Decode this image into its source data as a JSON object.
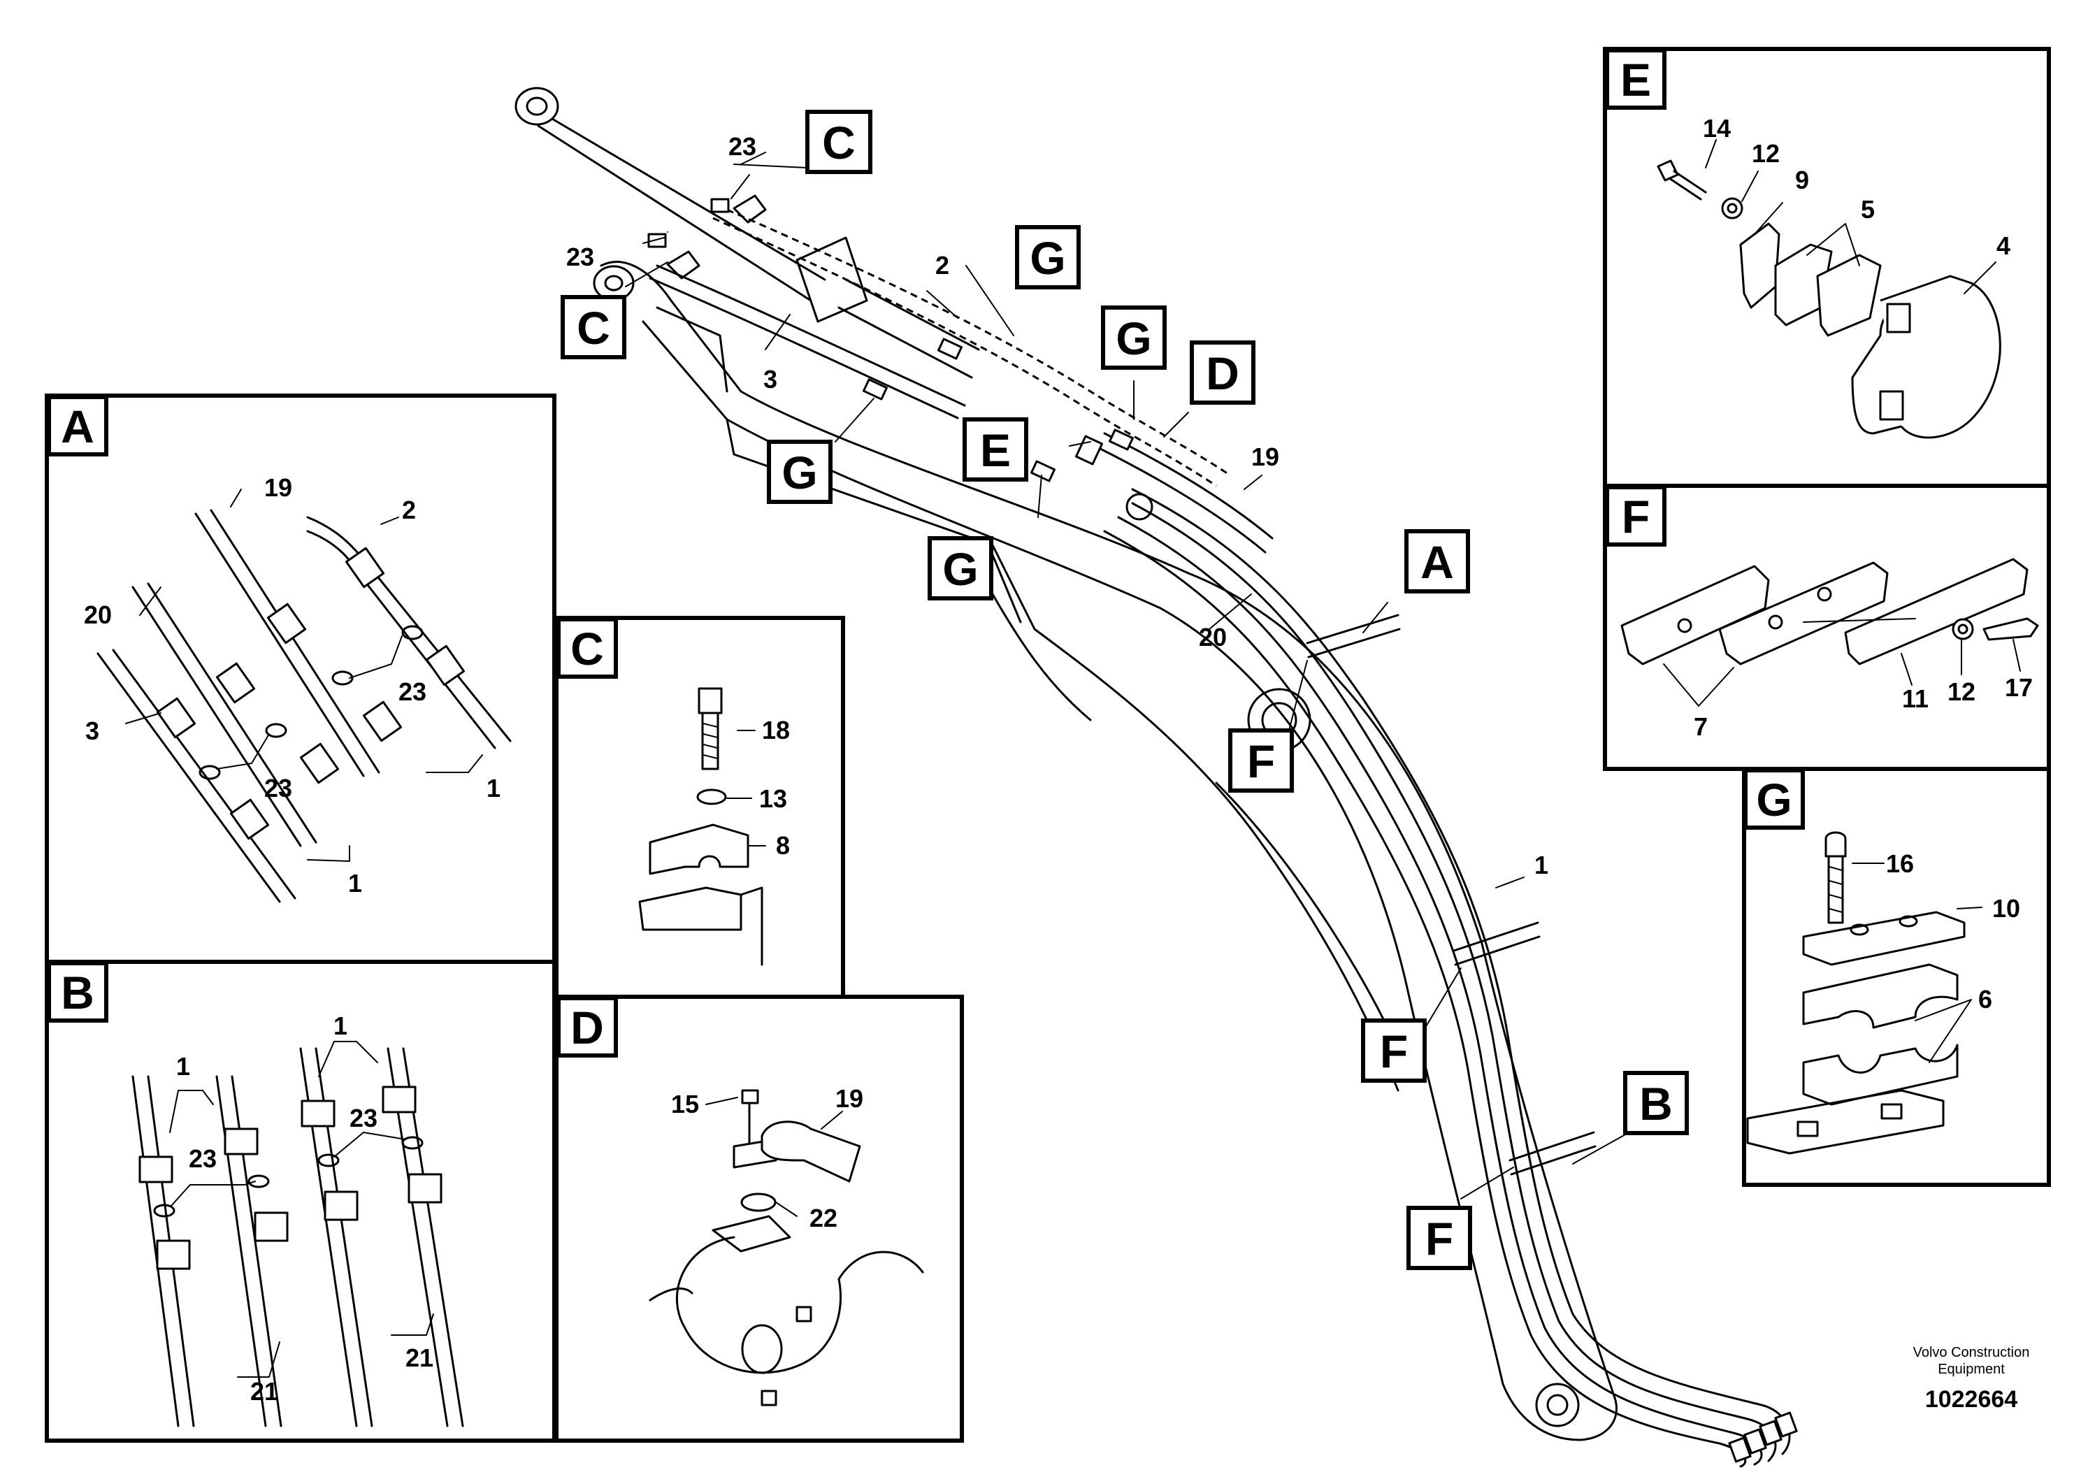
{
  "drawing": {
    "publisher_lines": [
      "Volvo Construction",
      "Equipment"
    ],
    "reference_number": "1022664"
  },
  "detail_frames": [
    "A",
    "B",
    "C",
    "D",
    "E",
    "F",
    "G"
  ],
  "callout_letters": {
    "C": "C",
    "G": "G",
    "E": "E",
    "D": "D",
    "A": "A",
    "F": "F",
    "B": "B"
  },
  "part_numbers": {
    "p1": "1",
    "p2": "2",
    "p3": "3",
    "p4": "4",
    "p5": "5",
    "p6": "6",
    "p7": "7",
    "p8": "8",
    "p9": "9",
    "p10": "10",
    "p11": "11",
    "p12": "12",
    "p13": "13",
    "p14": "14",
    "p15": "15",
    "p16": "16",
    "p17": "17",
    "p18": "18",
    "p19": "19",
    "p20": "20",
    "p21": "21",
    "p22": "22",
    "p23": "23"
  }
}
